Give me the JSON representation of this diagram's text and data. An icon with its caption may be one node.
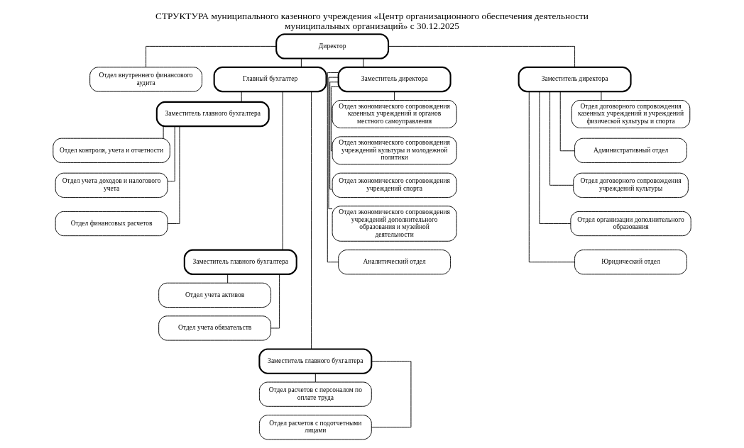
{
  "diagram": {
    "title": "СТРУКТУРА муниципального казенного учреждения «Центр организационного обеспечения деятельности муниципальных организаций» с 30.12.2025",
    "nodes": [
      {
        "text": [
          "Директор"
        ]
      },
      {
        "text": [
          "Отдел внутреннего финансового аудита"
        ]
      },
      {
        "text": [
          "Главный бухгалтер"
        ]
      },
      {
        "text": [
          "Заместитель директора"
        ]
      },
      {
        "text": [
          "Заместитель директора"
        ]
      },
      {
        "text": [
          "Отдел контроля, учета и отчетности"
        ]
      },
      {
        "text": [
          "Заместитель главного бухгалтера"
        ]
      },
      {
        "text": [
          "Отдел учета доходов и налогового учета"
        ]
      },
      {
        "text": [
          "Отдел финансовых расчетов"
        ]
      },
      {
        "text": [
          "Отдел учета активов"
        ]
      },
      {
        "text": [
          "Заместитель главного бухгалтера"
        ]
      },
      {
        "text": [
          "Отдел учета обязательств"
        ]
      },
      {
        "text": [
          "Отдел расчетов с персоналом по оплате труда"
        ]
      },
      {
        "text": [
          "Заместитель главного бухгалтера"
        ]
      },
      {
        "text": [
          "Отдел расчетов с подотчетными лицами"
        ]
      },
      {
        "text": [
          "Отдел экономического сопровождения казенных учреждений и органов местного самоуправления"
        ]
      },
      {
        "text": [
          "Отдел экономического сопровождения учреждений культуры и молодежной политики"
        ]
      },
      {
        "text": [
          "Отдел экономического сопровождения учреждений спорта"
        ]
      },
      {
        "text": [
          "Отдел экономического сопровождения учреждений дополнительного образования и музейной деятельности"
        ]
      },
      {
        "text": [
          "Аналитический отдел"
        ]
      },
      {
        "text": [
          "Отдел договорного сопровождения казенных учреждений и учреждений физической культуры и спорта"
        ]
      },
      {
        "text": [
          "Административный отдел"
        ]
      },
      {
        "text": [
          "Отдел договорного сопровождения учреждений культуры"
        ]
      },
      {
        "text": [
          "Отдел организации дополнительного образования"
        ]
      },
      {
        "text": [
          "Юридический отдел"
        ]
      }
    ],
    "edges": [
      {
        "from": 0,
        "to": 1,
        "arrow": "none"
      },
      {
        "from": 0,
        "to": 2,
        "arrow": "none"
      },
      {
        "from": 0,
        "to": 3,
        "arrow": "none"
      },
      {
        "from": 0,
        "to": 4,
        "arrow": "none"
      },
      {
        "from": 2,
        "to": 6,
        "arrow": "none"
      },
      {
        "from": 2,
        "to": 10,
        "arrow": "none"
      },
      {
        "from": 2,
        "to": 13,
        "arrow": "none"
      },
      {
        "from": 6,
        "to": 5,
        "arrow": "none"
      },
      {
        "from": 6,
        "to": 7,
        "arrow": "none"
      },
      {
        "from": 6,
        "to": 8,
        "arrow": "none"
      },
      {
        "from": 10,
        "to": 9,
        "arrow": "none"
      },
      {
        "from": 10,
        "to": 11,
        "arrow": "none"
      },
      {
        "from": 13,
        "to": 12,
        "arrow": "none"
      },
      {
        "from": 13,
        "to": 14,
        "arrow": "none"
      },
      {
        "from": 3,
        "to": 15,
        "arrow": "none"
      },
      {
        "from": 3,
        "to": 16,
        "arrow": "none"
      },
      {
        "from": 3,
        "to": 17,
        "arrow": "none"
      },
      {
        "from": 3,
        "to": 18,
        "arrow": "none"
      },
      {
        "from": 3,
        "to": 19,
        "arrow": "none"
      },
      {
        "from": 4,
        "to": 20,
        "arrow": "none"
      },
      {
        "from": 4,
        "to": 21,
        "arrow": "none"
      },
      {
        "from": 4,
        "to": 22,
        "arrow": "none"
      },
      {
        "from": 4,
        "to": 23,
        "arrow": "none"
      },
      {
        "from": 4,
        "to": 24,
        "arrow": "none"
      }
    ]
  }
}
